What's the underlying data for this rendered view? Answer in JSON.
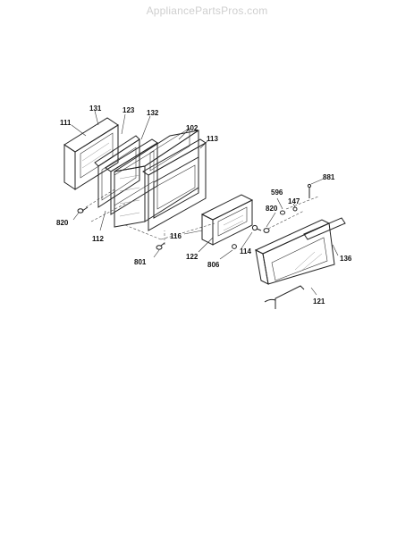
{
  "watermark": "AppliancePartsPros.com",
  "labels": {
    "p111": "111",
    "p131": "131",
    "p123": "123",
    "p132": "132",
    "p102": "102",
    "p113": "113",
    "p820a": "820",
    "p112": "112",
    "p116": "116",
    "p801": "801",
    "p122": "122",
    "p806": "806",
    "p114": "114",
    "p596": "596",
    "p820b": "820",
    "p147": "147",
    "p881": "881",
    "p136": "136",
    "p121": "121"
  }
}
